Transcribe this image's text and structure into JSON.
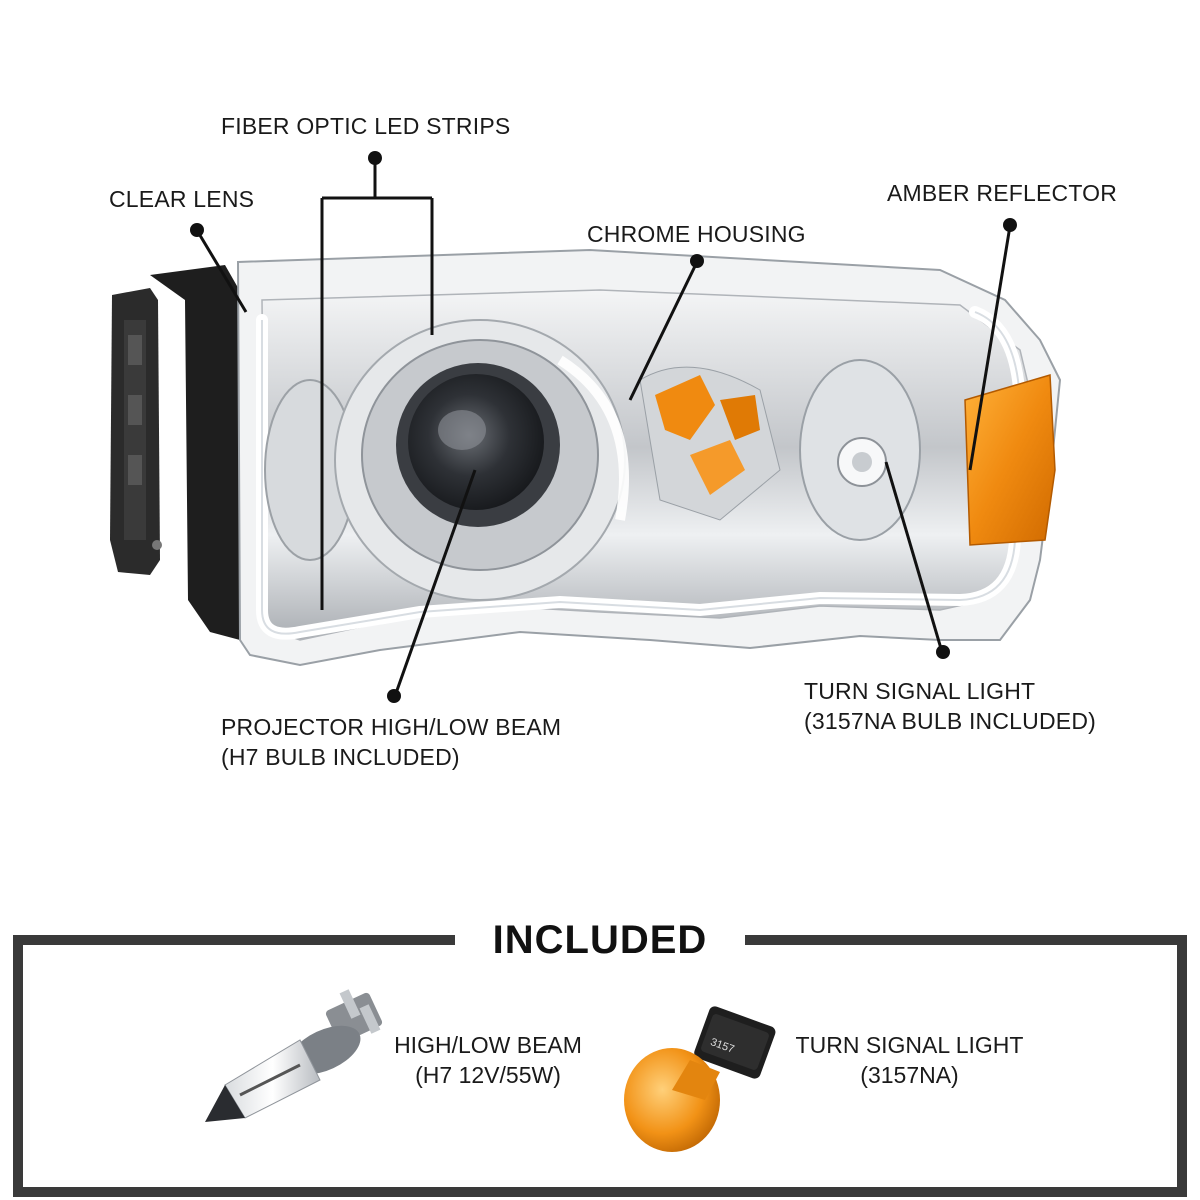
{
  "callouts": {
    "fiber_optic": "FIBER OPTIC LED STRIPS",
    "clear_lens": "CLEAR LENS",
    "chrome_housing": "CHROME HOUSING",
    "amber_reflector": "AMBER REFLECTOR",
    "projector": [
      "PROJECTOR HIGH/LOW BEAM",
      "(H7 BULB INCLUDED)"
    ],
    "turn_signal": [
      "TURN SIGNAL LIGHT",
      "(3157NA BULB INCLUDED)"
    ]
  },
  "included": {
    "title": "INCLUDED",
    "items": [
      {
        "lines": [
          "HIGH/LOW BEAM",
          "(H7 12V/55W)"
        ],
        "icon": "h7-bulb-icon"
      },
      {
        "lines": [
          "TURN SIGNAL LIGHT",
          "(3157NA)"
        ],
        "icon": "3157-bulb-icon",
        "bulb_print": "3157"
      }
    ]
  },
  "colors": {
    "amber": "#f08a10",
    "chrome": "#c9ccd0",
    "housing_black": "#2a2a2a",
    "frame": "#3a3a3a"
  }
}
